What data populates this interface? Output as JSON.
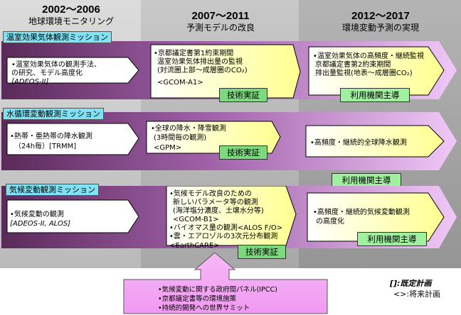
{
  "periods": [
    {
      "years": "2002～2006",
      "subtitle": "地球環境モニタリング"
    },
    {
      "years": "2007～2011",
      "subtitle": "予測モデルの改良"
    },
    {
      "years": "2012～2017",
      "subtitle": "環境変動予測の実現"
    }
  ],
  "missions": [
    {
      "label": "温室効果気体観測ミッション",
      "phase1": {
        "line1": "•温室効果気体の観測手法、",
        "line2": "の研究、モデル高度化",
        "line3": "[ADEOS-II]"
      },
      "phase2": {
        "line1": "•京都議定書第1約束期間",
        "line2": "温室効果気体排出量の監視",
        "line3": "(対流圏上部～成層圏のCO₂)",
        "line4": "<GCOM-A1>"
      },
      "phase2_badge": "技術実証",
      "phase3": {
        "line1": "•温室効果気体の高頻度・継続監視",
        "line2": "京都議定書第2約束期間",
        "line3": "排出量監視(地表～成層圏CO₂)"
      },
      "phase3_badge": "利用機関主導"
    },
    {
      "label": "水循環変動観測ミッション",
      "phase1": {
        "line1": "•熱帯・亜熱帯の降水観測",
        "line2": "（24h毎）[TRMM]"
      },
      "phase2": {
        "line1": "•全球の降水・降雪観測",
        "line2": "(3時間毎の観測)",
        "line3": "<GPM>"
      },
      "phase2_badge": "技術実証",
      "phase3": {
        "line1": "•高頻度・継続的全球降水観測"
      },
      "phase3_badge": "利用機関主導"
    },
    {
      "label": "気候変動観測ミッション",
      "phase1": {
        "line1": "•気候変動の観測",
        "line2": "[ADEOS-II, ALOS]"
      },
      "phase2": {
        "line1": "•気候モデル改良のための",
        "line2": "新しいパラメータ等の観測",
        "line3": "(海洋塩分濃度、土壌水分等)",
        "line4": "<GCOM-B1>",
        "line5": "•バイオマス量の観測<ALOS F/O>",
        "line6": "•雲・エアロゾルの3次元分布観測",
        "line7": "<EarthCARE>"
      },
      "phase2_badge": "技術実証",
      "phase3": {
        "line1": "•高頻度・継続的気候変動観測",
        "line2": "の高度化"
      },
      "phase3_badge": "利用機関主導"
    }
  ],
  "bottom": {
    "line1": "•気候変動に関する政府間パネル(IPCC)",
    "line2": "•京都議定書等の環境施策",
    "line3": "•持続的開発への世界サミット"
  },
  "legend": {
    "existing": "[]:既定計画",
    "future": "<>:将来計画"
  }
}
